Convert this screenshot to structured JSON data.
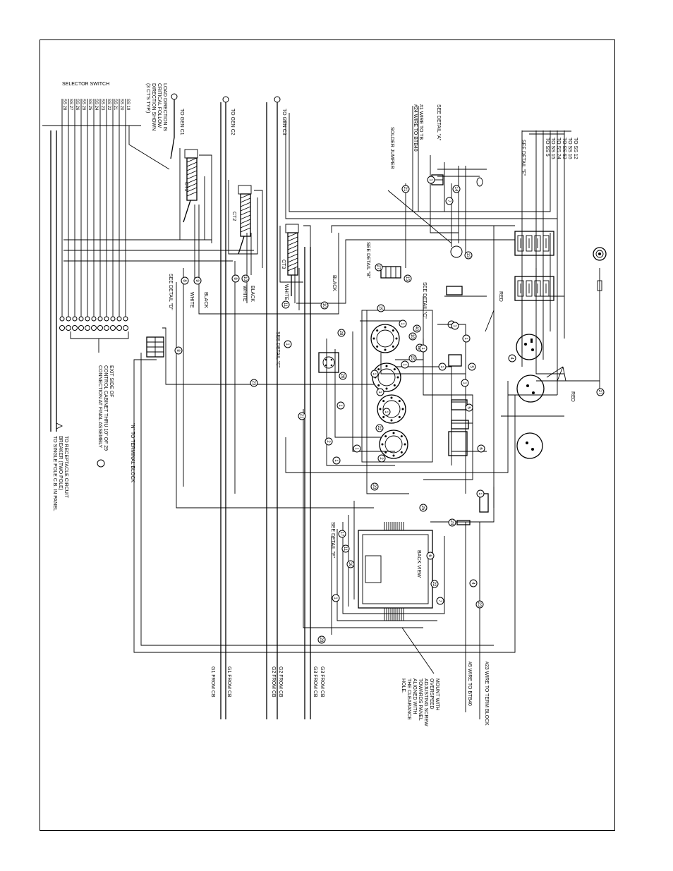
{
  "labels": {
    "selector_switch": "SELECTOR SWITCH",
    "load_direction": [
      "LOAD DIRECTION IS",
      "CRITICAL FOLLOW",
      "DIRECTION SHOWN",
      "(3 CT'S TYP.)"
    ],
    "to_gen_c1": "TO GEN C1",
    "to_gen_c2": "TO GEN C2",
    "to_gen_c3": "TO GEN C3",
    "wire_to_tb": [
      "#1 WIRE TO TB",
      "#24 WIRE TO BTB40"
    ],
    "solder_jumper": "SOLDER JUMPER",
    "see_detail_a": "SEE DETAIL \"A\"",
    "see_detail_e": "SEE DETAIL \"E\"",
    "see_detail_b": "SEE DETAIL \"B\"",
    "see_detail_c": "SEE DETAIL \"C\"",
    "see_detail_c2": "SEE DETAIL \"C\"",
    "see_detail_d": "SEE DETAIL \"D\"",
    "see_detail_f": "SEE DETAIL \"F\"",
    "to_ss": [
      "TO SS 12",
      "TO SS 16",
      "TO SS 52",
      "TO SS 24",
      "TO SS 15",
      "TO SS 5"
    ],
    "ct1": "CT1",
    "ct2": "CT2",
    "ct3": "CT3",
    "black": "BLACK",
    "white": "WHITE",
    "red": "RED",
    "exit_side": [
      "EXIT SIDE OF",
      "CONTROL CABINET THRU 10\" OF 29",
      "CONNECTION AT FINAL ASSEMBLY"
    ],
    "n_terminal": "\"N\" TO TERMINAL BLOCK",
    "to_receptacle": [
      "TO RECEPTACLE CIRCUIT",
      "BREAKER (TWO POLE)",
      "TO SINGLE POLE C.B. IN PANEL"
    ],
    "back_view": "BACK VIEW",
    "mount_note": [
      "MOUNT WITH",
      "OVERSPEED",
      "ADJUSTING SCREW",
      "TOWARDS PANEL",
      "ALIGNED WITH",
      "THE CLEARANCE",
      "HOLE."
    ],
    "wire_term_block": "#23 WIRE TO TERM BLOCK",
    "wire_btb40": "#5 WIRE TO BTB40",
    "from_cb": [
      "G1 FROM CB",
      "G1 FROM CB",
      "G2 FROM CB",
      "G2 FROM CB",
      "G3 FROM CB",
      "G3 FROM CB"
    ],
    "ss_wires": [
      "SS 28",
      "SS 27",
      "SS 26",
      "SS 29",
      "SS 25",
      "SS 24",
      "SS 23",
      "SS 22",
      "SS 21",
      "SS 20",
      "SS 19"
    ]
  },
  "wire_numbers": [
    "1",
    "2",
    "3",
    "4",
    "5",
    "6",
    "7",
    "8",
    "9",
    "10",
    "11",
    "12",
    "13",
    "14",
    "15",
    "16",
    "17",
    "18",
    "19",
    "20",
    "21",
    "22",
    "23",
    "24",
    "25",
    "26",
    "27",
    "28",
    "29",
    "40",
    "41",
    "42",
    "43"
  ]
}
